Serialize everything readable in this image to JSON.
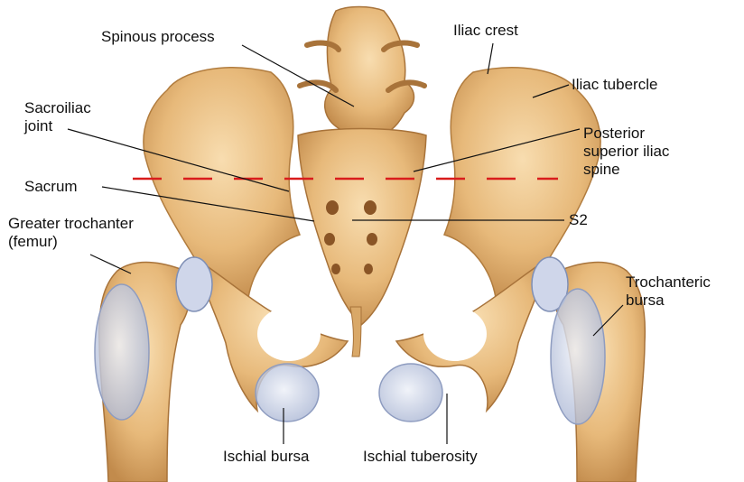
{
  "colors": {
    "bone": "#e8bd7e",
    "bone_dark": "#b98544",
    "bone_light": "#f7dcaa",
    "bursa": "#c9d2e8",
    "leader": "#111111",
    "plane_line": "#d91c1c"
  },
  "labels": {
    "spinous_process": "Spinous process",
    "iliac_crest": "Iliac crest",
    "iliac_tubercle": "Iliac tubercle",
    "sacroiliac_joint": "Sacroiliac joint",
    "psis": "Posterior superior iliac spine",
    "sacrum": "Sacrum",
    "s2": "S2",
    "greater_trochanter": "Greater trochanter (femur)",
    "trochanteric_bursa": "Trochanteric bursa",
    "ischial_bursa": "Ischial bursa",
    "ischial_tuberosity": "Ischial tuberosity"
  }
}
